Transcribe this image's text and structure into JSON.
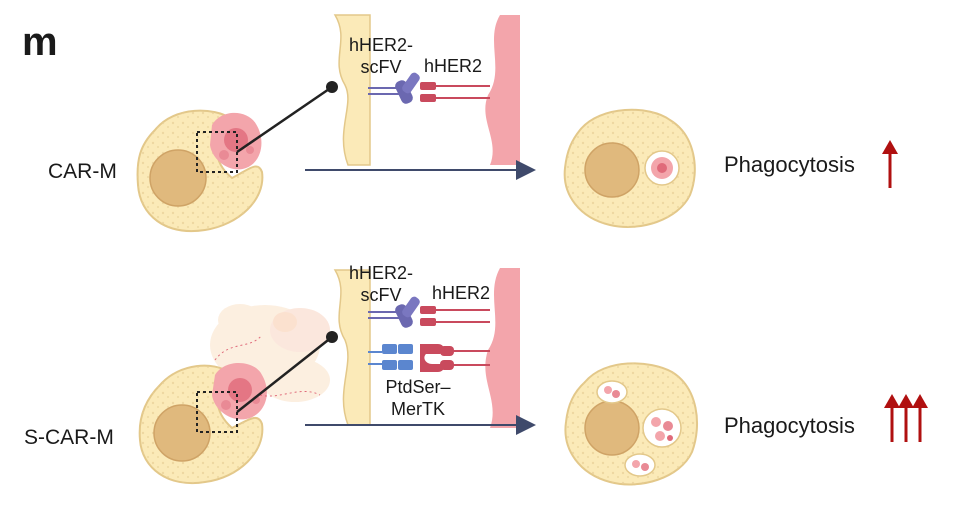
{
  "panel_letter": "m",
  "rows": [
    {
      "label": "CAR-M",
      "receptor_label_line1": "hHER2-",
      "receptor_label_line2": "scFV",
      "target_label": "hHER2",
      "outcome": "Phagocytosis",
      "arrow_count": 1
    },
    {
      "label": "S-CAR-M",
      "receptor_label_line1": "hHER2-",
      "receptor_label_line2": "scFV",
      "target_label": "hHER2",
      "extra_label_line1": "PtdSer–",
      "extra_label_line2": "MerTK",
      "outcome": "Phagocytosis",
      "arrow_count": 3
    }
  ],
  "colors": {
    "cell_fill": "#fbeab8",
    "cell_stroke": "#e3c88a",
    "nucleus": "#e0b97d",
    "tumor": "#f3a5ab",
    "tumor_dark": "#e06a7a",
    "receptor_purple": "#6b68b0",
    "receptor_blue": "#5b86cf",
    "target_red": "#c94a5d",
    "arrow": "#3f4a6b",
    "up_arrow": "#b01010"
  }
}
